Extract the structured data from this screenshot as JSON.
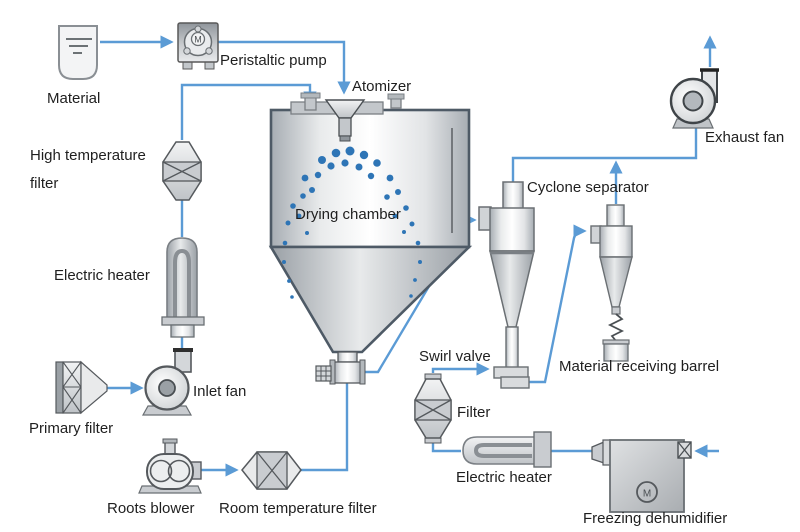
{
  "diagram": {
    "labels": {
      "material": "Material",
      "peristaltic_pump": "Peristaltic pump",
      "atomizer": "Atomizer",
      "drying_chamber": "Drying chamber",
      "high_temperature_filter": "High temperature filter",
      "electric_heater_left": "Electric heater",
      "inlet_fan": "Inlet fan",
      "primary_filter": "Primary filter",
      "roots_blower": "Roots blower",
      "room_temperature_filter": "Room temperature filter",
      "swirl_valve": "Swirl valve",
      "filter": "Filter",
      "electric_heater_bottom": "Electric heater",
      "freezing_dehumidifier": "Freezing dehumidifier",
      "material_receiving_barrel": "Material receiving barrel",
      "cyclone_separator": "Cyclone separator",
      "exhaust_fan": "Exhaust fan",
      "pump_motor": "M",
      "dehumidifier_motor": "M"
    },
    "colors": {
      "pipe": "#5B9BD5",
      "spray_dots": "#2E75B6",
      "equipment_outline": "#55595D",
      "text": "#1F1F1F",
      "background": "#FFFFFF"
    }
  }
}
